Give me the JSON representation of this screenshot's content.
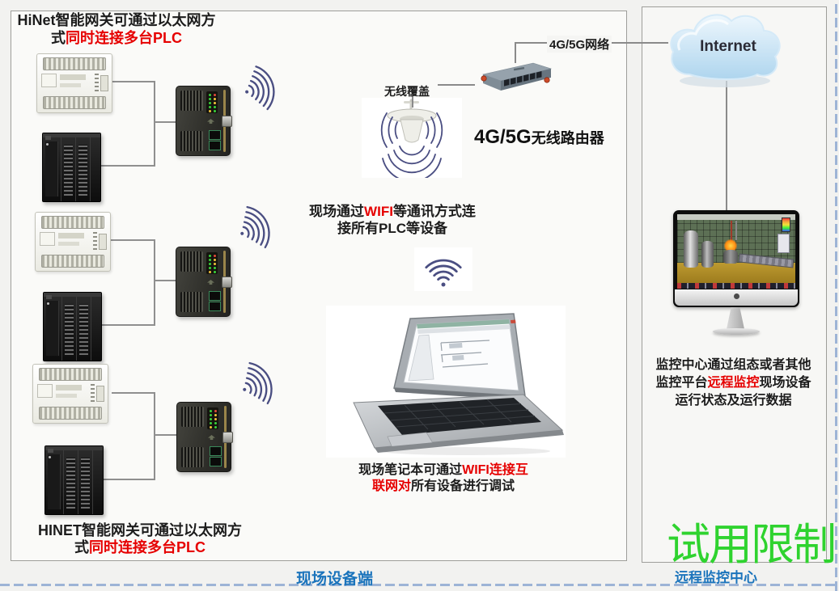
{
  "colors": {
    "accent_red": "#e60000",
    "label_blue": "#1b74bc",
    "watermark_green": "#2fd32f",
    "wifi_purple": "#4a4e82",
    "line_gray": "#8f8f8f"
  },
  "notes": {
    "top_left": {
      "line1": "HiNet智能网关可通过以太网方",
      "line2_black": "式",
      "line2_red": "同时连接多台PLC"
    },
    "bottom_left": {
      "line1": "HINET智能网关可通过以太网方",
      "line2_black": "式",
      "line2_red": "同时连接多台PLC"
    },
    "center": {
      "line1_pre": "现场通过",
      "line1_red": "WIFI",
      "line1_post": "等通讯方式连",
      "line2": "接所有PLC等设备"
    },
    "laptop": {
      "line1_black": "现场笔记本可通过",
      "line1_red": "WIFI连接互",
      "line2_red": "联网对",
      "line2_black": "所有设备进行调试"
    },
    "monitor": {
      "line1": "监控中心通过组态或者其他",
      "line2_pre": "监控平台",
      "line2_red": "远程监控",
      "line2_post": "现场设备",
      "line3": "运行状态及运行数据"
    }
  },
  "labels": {
    "network": "4G/5G网络",
    "coverage": "无线覆盖",
    "router_main": "4G/5G",
    "router_rest": "无线路由器",
    "internet": "Internet",
    "field_zone": "现场设备端",
    "remote_zone": "远程监控中心",
    "watermark": "试用限制"
  }
}
